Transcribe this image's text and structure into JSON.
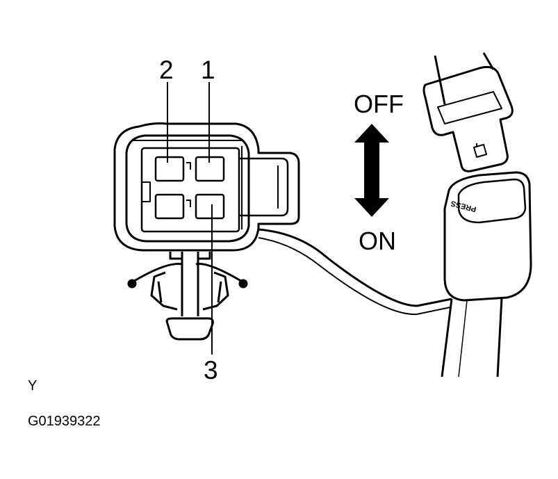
{
  "diagram": {
    "pin_labels": {
      "pin2": "2",
      "pin1": "1",
      "pin3": "3"
    },
    "direction": {
      "top": "OFF",
      "bottom": "ON"
    },
    "buckle_button_text": "PRESS",
    "view_label": "Y",
    "figure_code": "G01939322"
  },
  "colors": {
    "ink": "#000000",
    "paper": "#ffffff"
  },
  "icons": [
    "double-arrow-icon"
  ]
}
